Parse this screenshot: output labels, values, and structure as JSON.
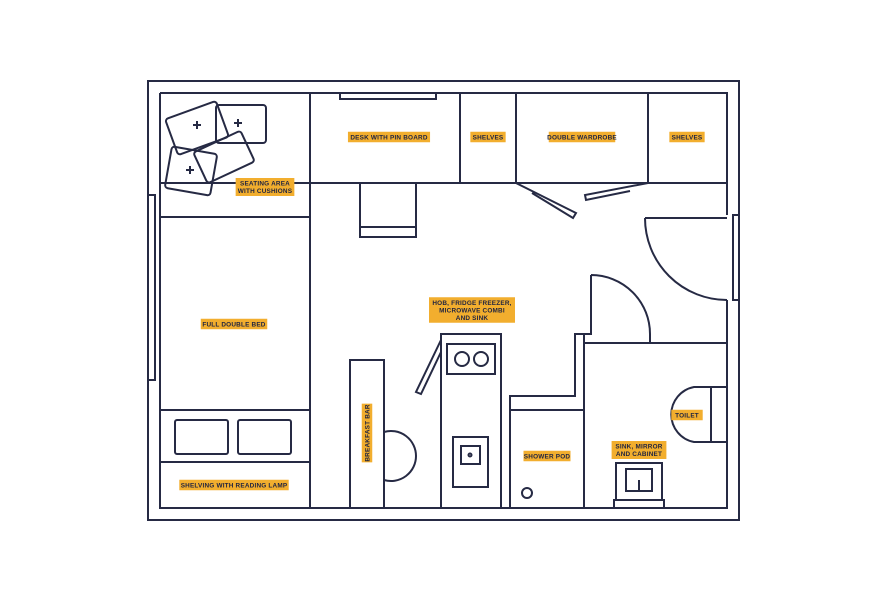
{
  "colors": {
    "wall": "#262a44",
    "label": "#f2ae2e",
    "label_text": "#1f2340",
    "background": "#ffffff"
  },
  "labels": {
    "seating_1": "SEATING AREA",
    "seating_2": "WITH CUSHIONS",
    "desk": "DESK WITH PIN BOARD",
    "shelves_left": "SHELVES",
    "wardrobe": "DOUBLE WARDROBE",
    "shelves_right": "SHELVES",
    "bed": "FULL DOUBLE BED",
    "kitchen_1": "HOB, FRIDGE FREEZER,",
    "kitchen_2": "MICROWAVE COMBI",
    "kitchen_3": "AND SINK",
    "breakfast_bar": "BREAKFAST BAR",
    "shower": "SHOWER POD",
    "toilet": "TOILET",
    "sink_1": "SINK, MIRROR",
    "sink_2": "AND CABINET",
    "shelving_lamp": "SHELVING WITH READING LAMP"
  }
}
